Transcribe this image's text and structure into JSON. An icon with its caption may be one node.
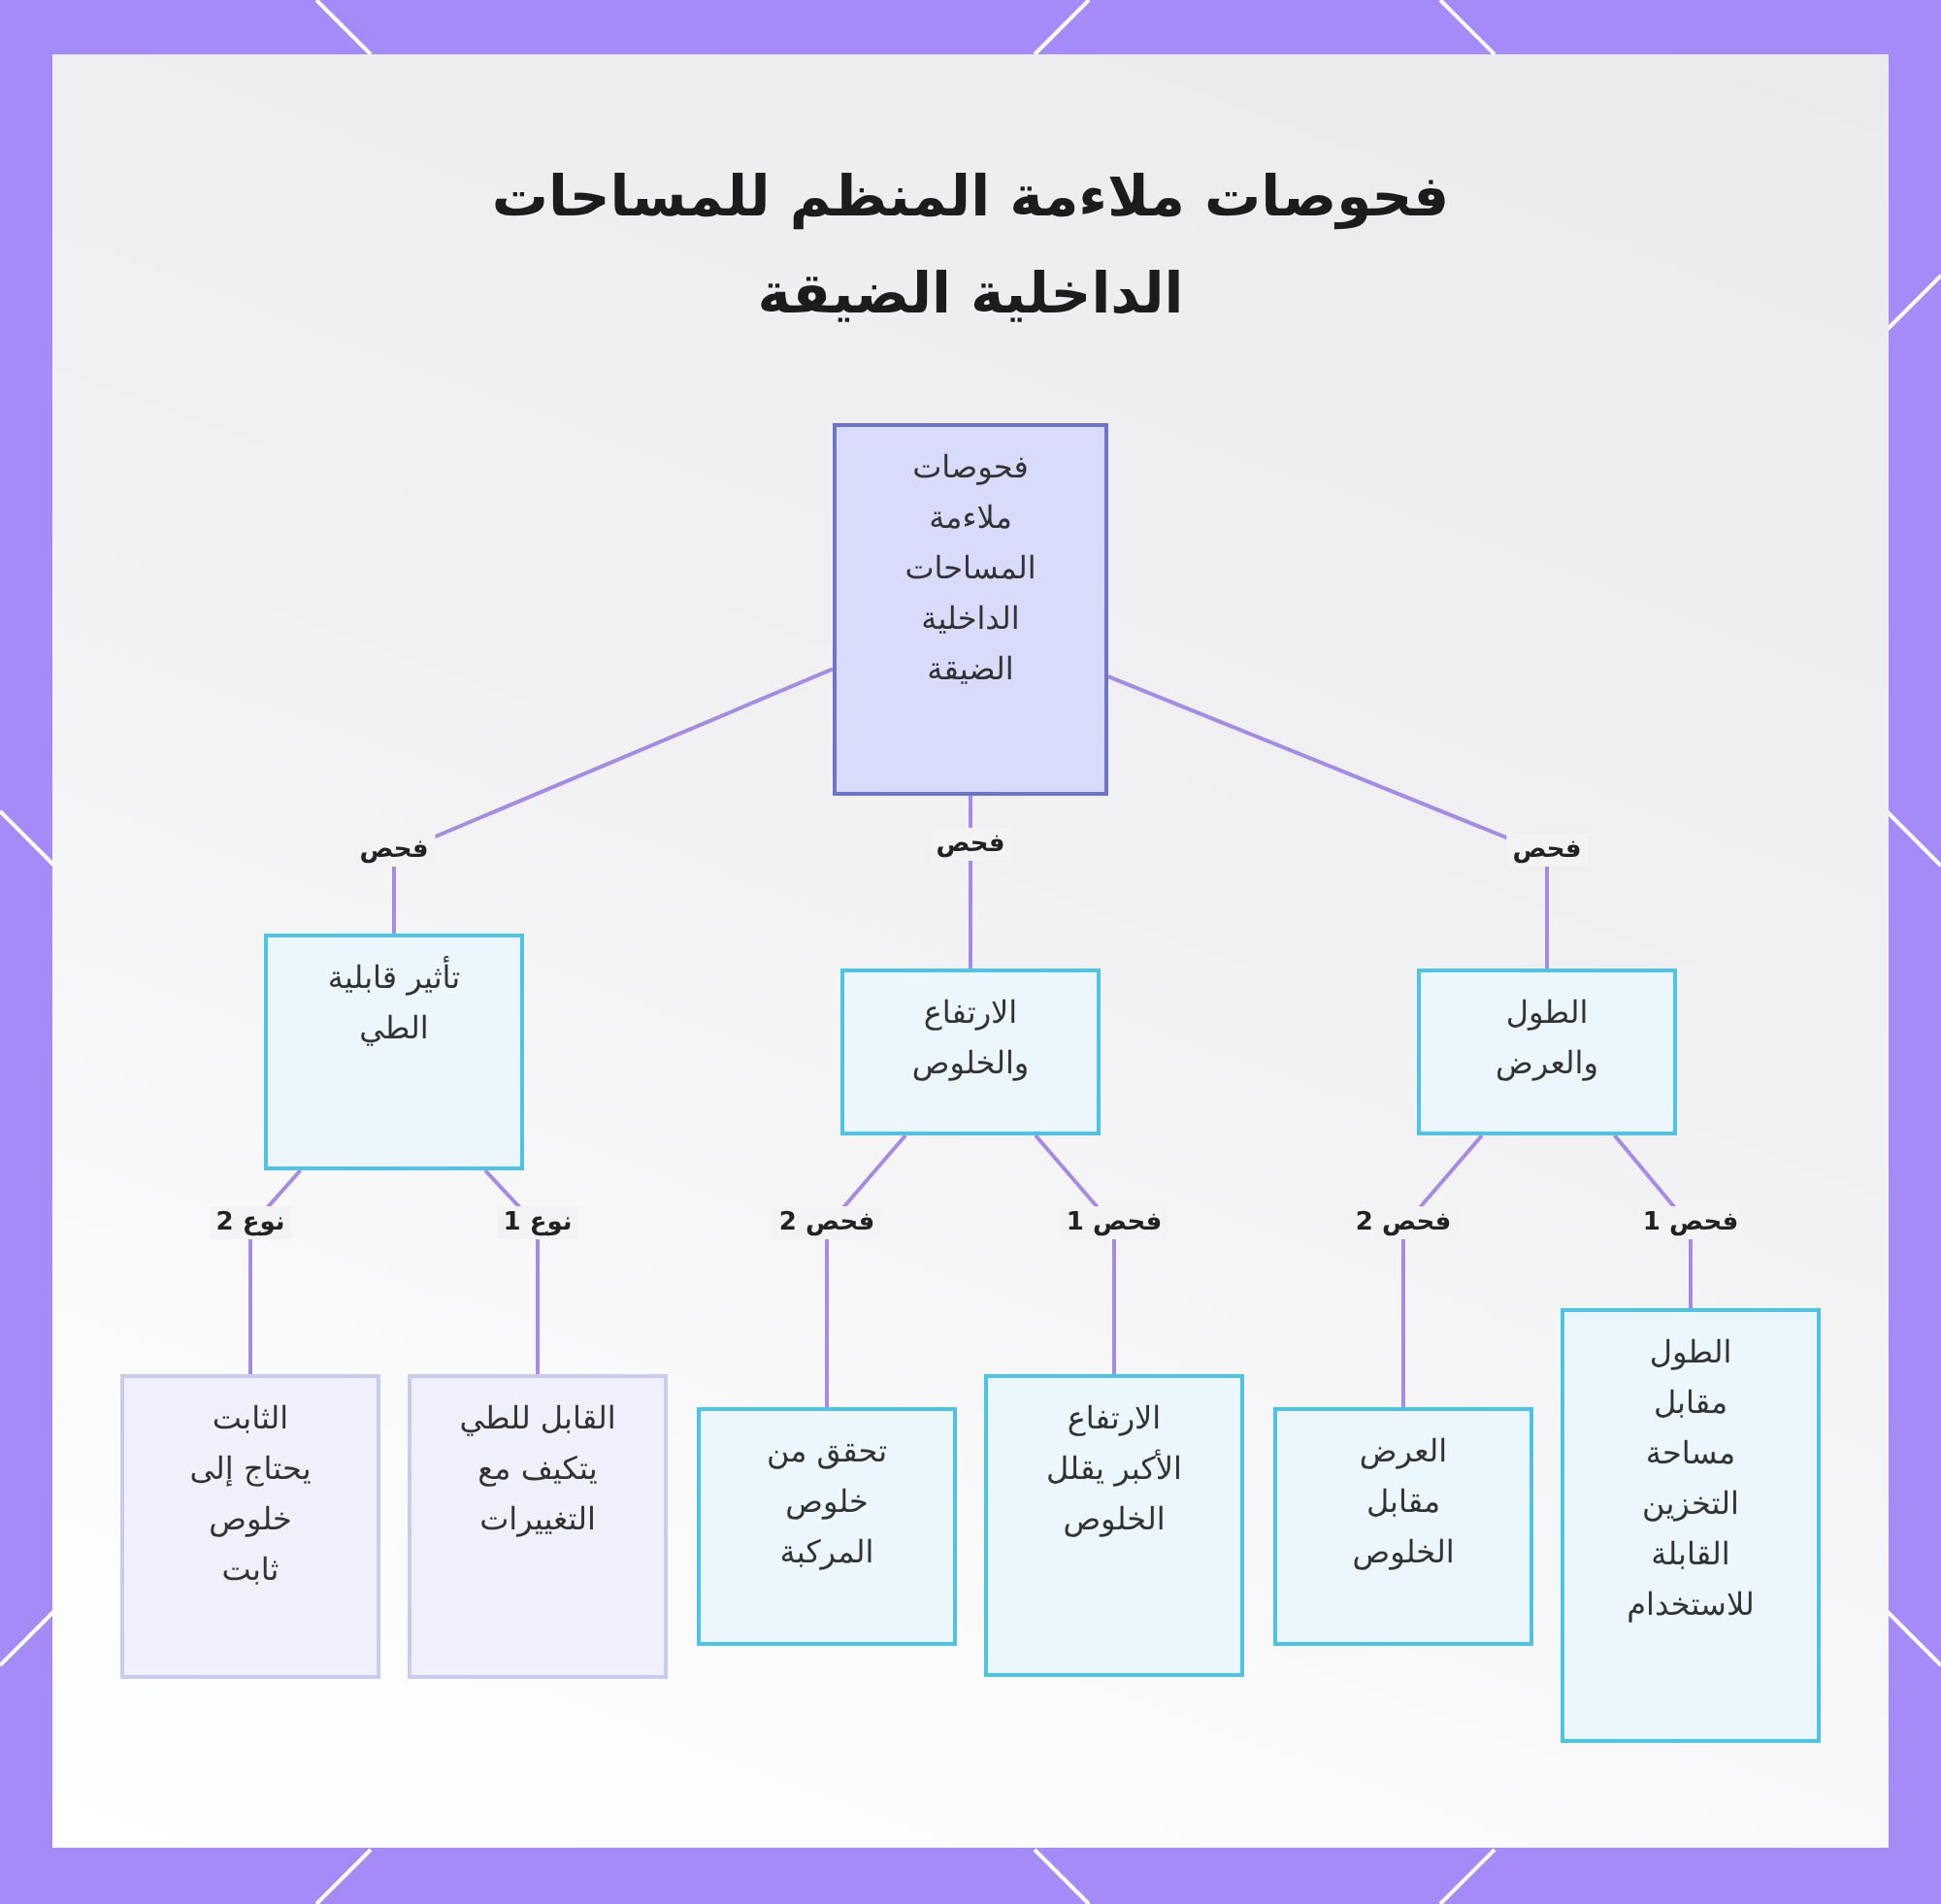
{
  "diagram": {
    "title": "فحوصات ملاءمة المنظم للمساحات الداخلية الضيقة",
    "nodes": [
      {
        "text": [
          "فحوصات ملاءمة المساحات الداخلية الضيقة"
        ]
      },
      {
        "text": [
          "الطول والعرض"
        ]
      },
      {
        "text": [
          "الارتفاع والخلوص"
        ]
      },
      {
        "text": [
          "تأثير قابلية الطي"
        ]
      },
      {
        "text": [
          "الطول مقابل مساحة التخزين القابلة للاستخدام"
        ]
      },
      {
        "text": [
          "العرض مقابل الخلوص"
        ]
      },
      {
        "text": [
          "الارتفاع الأكبر يقلل الخلوص"
        ]
      },
      {
        "text": [
          "تحقق من خلوص المركبة"
        ]
      },
      {
        "text": [
          "القابل للطي يتكيف مع التغييرات"
        ]
      },
      {
        "text": [
          "الثابت يحتاج إلى خلوص ثابت"
        ]
      }
    ],
    "edges": [
      {
        "from": 0,
        "to": 1,
        "arrow": "none",
        "label": "فحص"
      },
      {
        "from": 0,
        "to": 2,
        "arrow": "none",
        "label": "فحص"
      },
      {
        "from": 0,
        "to": 3,
        "arrow": "none",
        "label": "فحص"
      },
      {
        "from": 1,
        "to": 4,
        "arrow": "none",
        "label": "فحص 1"
      },
      {
        "from": 1,
        "to": 5,
        "arrow": "none",
        "label": "فحص 2"
      },
      {
        "from": 2,
        "to": 6,
        "arrow": "none",
        "label": "فحص 1"
      },
      {
        "from": 2,
        "to": 7,
        "arrow": "none",
        "label": "فحص 2"
      },
      {
        "from": 3,
        "to": 8,
        "arrow": "none",
        "label": "نوع 1"
      },
      {
        "from": 3,
        "to": 9,
        "arrow": "none",
        "label": "نوع 2"
      }
    ]
  }
}
